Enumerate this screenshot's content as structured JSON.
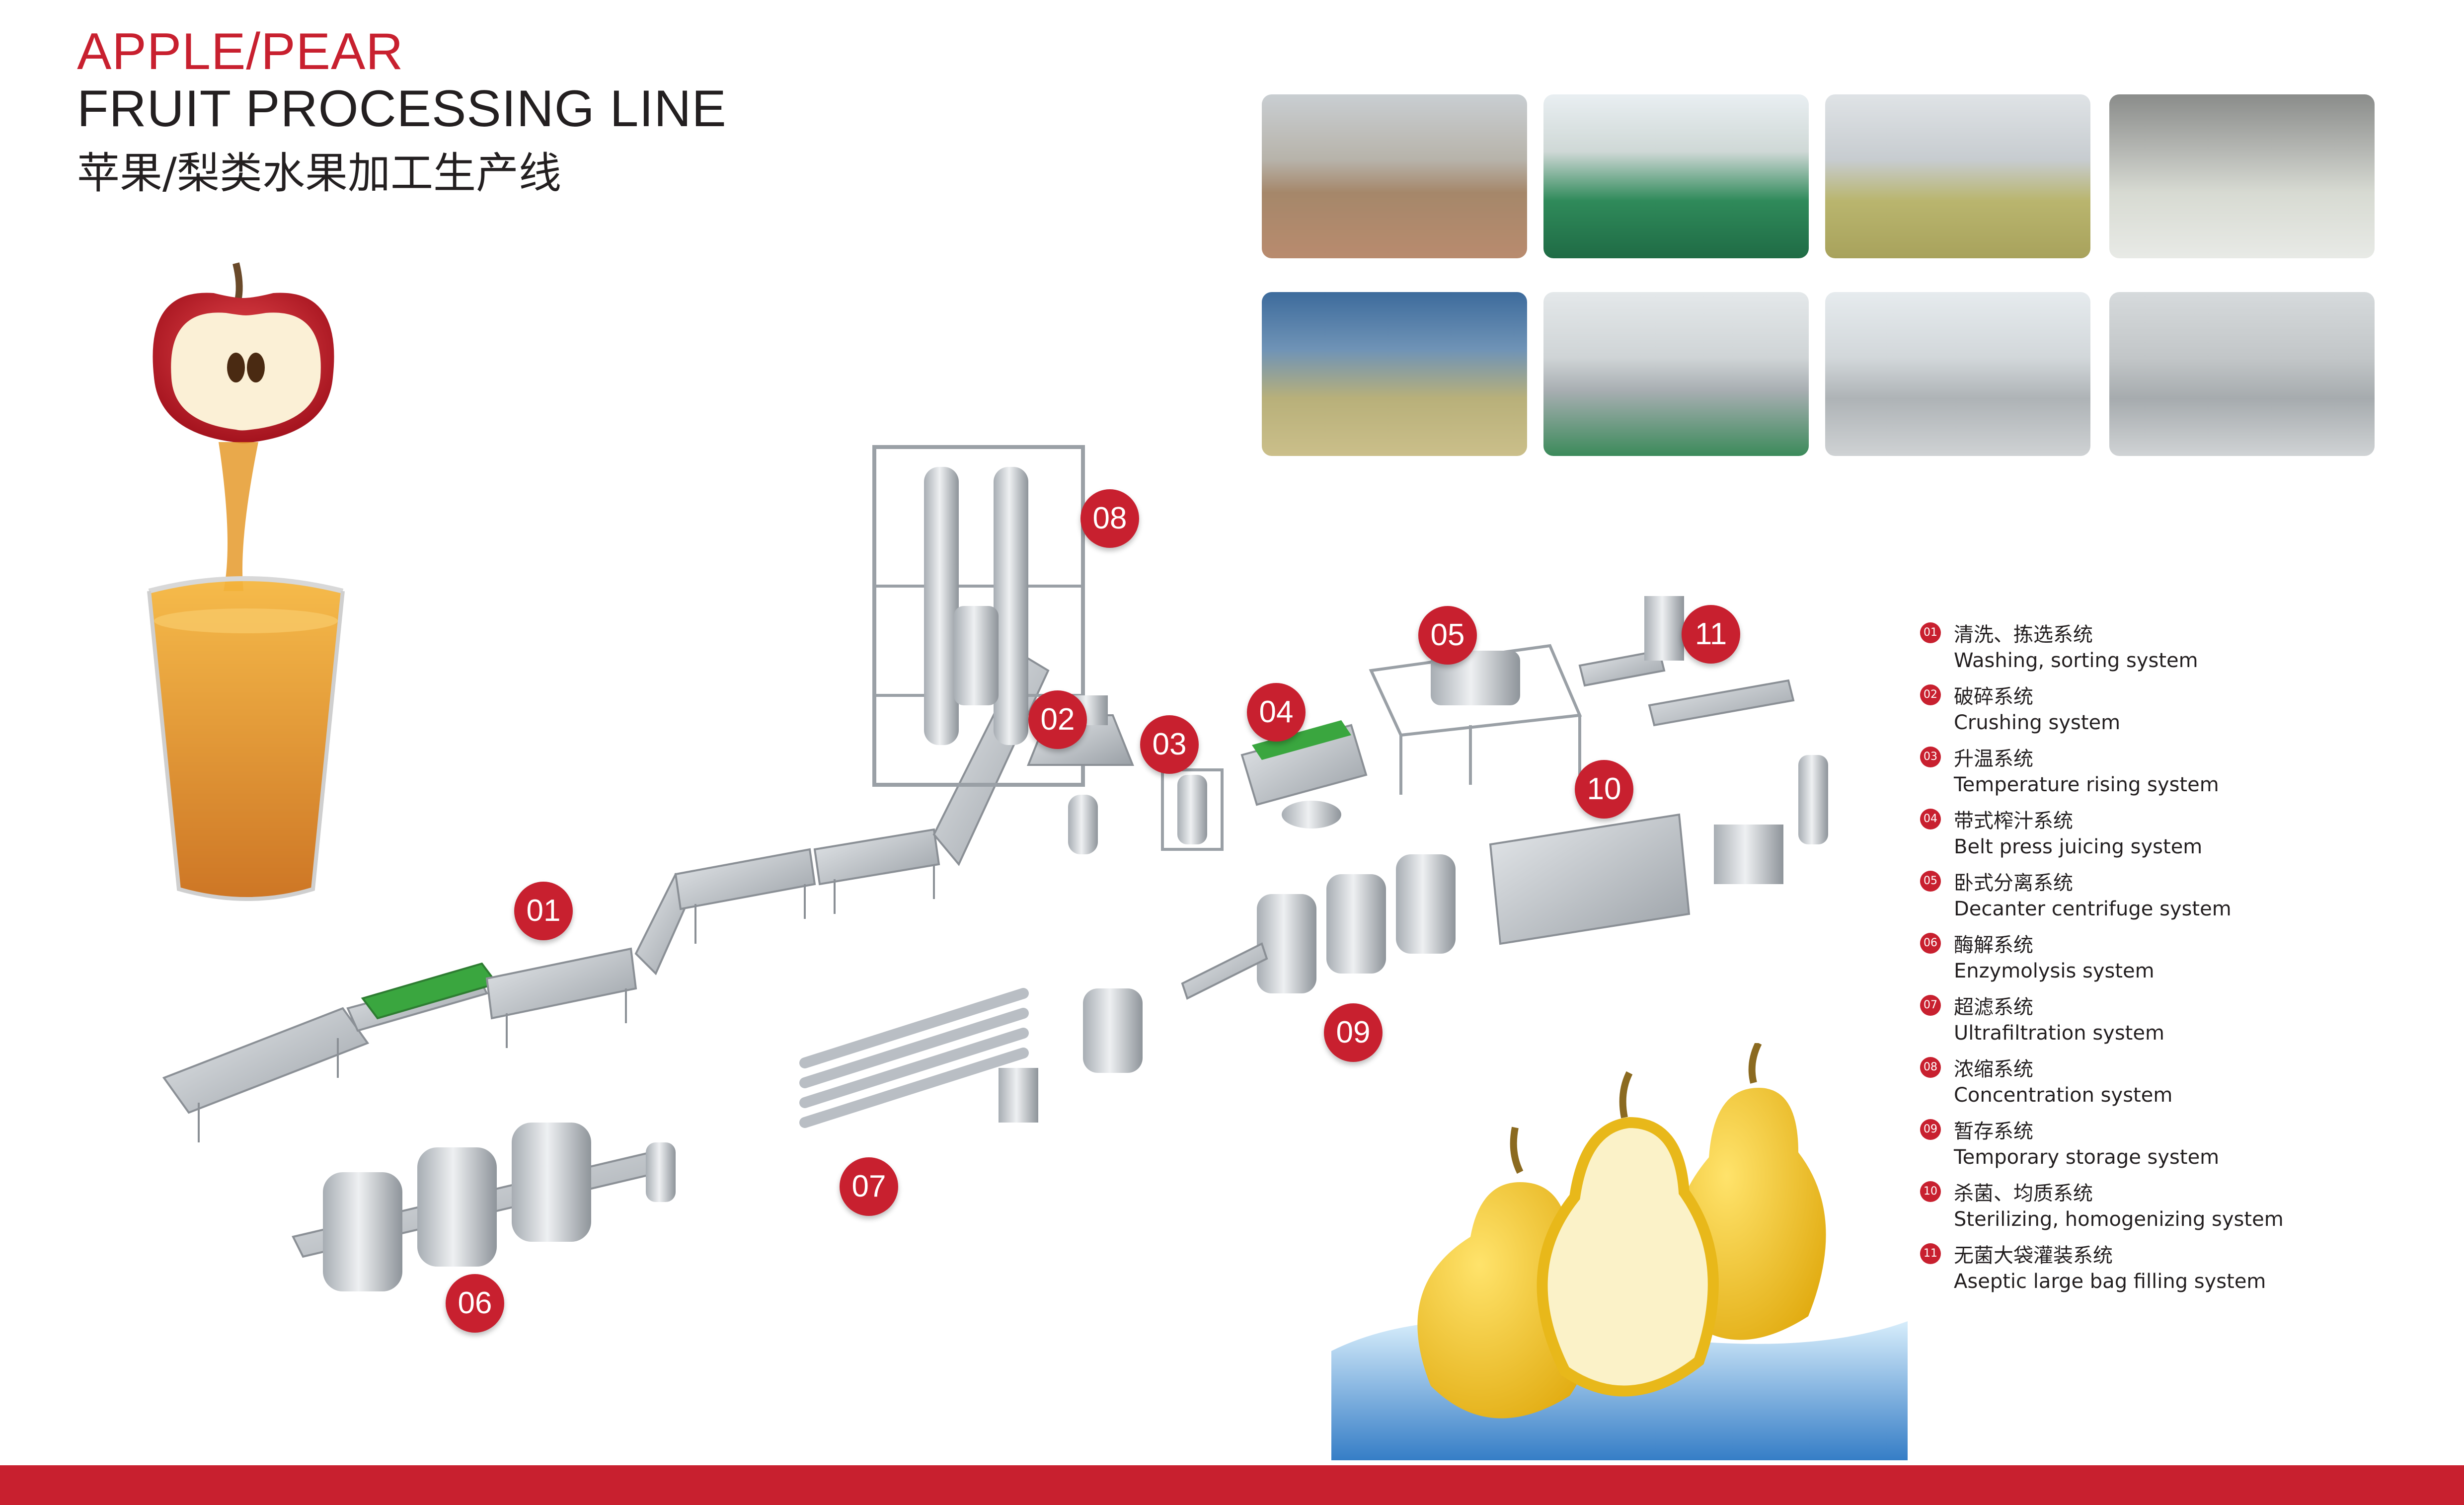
{
  "header": {
    "title_line1": "APPLE/PEAR",
    "title_line2": "FRUIT PROCESSING LINE",
    "title_cn": "苹果/梨类水果加工生产线"
  },
  "colors": {
    "accent": "#c8202f",
    "text": "#231f20",
    "steel": "#b9bec4",
    "belt": "#3aa63f",
    "water": "#3a8fd8",
    "pear": "#f4c21d"
  },
  "legend": [
    {
      "num": "01",
      "cn": "清洗、拣选系统",
      "en": "Washing, sorting system"
    },
    {
      "num": "02",
      "cn": "破碎系统",
      "en": "Crushing system"
    },
    {
      "num": "03",
      "cn": "升温系统",
      "en": "Temperature rising system"
    },
    {
      "num": "04",
      "cn": "带式榨汁系统",
      "en": "Belt press juicing system"
    },
    {
      "num": "05",
      "cn": "卧式分离系统",
      "en": "Decanter centrifuge system"
    },
    {
      "num": "06",
      "cn": "酶解系统",
      "en": "Enzymolysis system"
    },
    {
      "num": "07",
      "cn": "超滤系统",
      "en": "Ultrafiltration system"
    },
    {
      "num": "08",
      "cn": "浓缩系统",
      "en": "Concentration system"
    },
    {
      "num": "09",
      "cn": "暂存系统",
      "en": "Temporary storage system"
    },
    {
      "num": "10",
      "cn": "杀菌、均质系统",
      "en": "Sterilizing, homogenizing system"
    },
    {
      "num": "11",
      "cn": "无菌大袋灌装系统",
      "en": "Aseptic large bag filling system"
    }
  ],
  "badges": [
    "01",
    "02",
    "03",
    "04",
    "05",
    "06",
    "07",
    "08",
    "09",
    "10",
    "11"
  ]
}
